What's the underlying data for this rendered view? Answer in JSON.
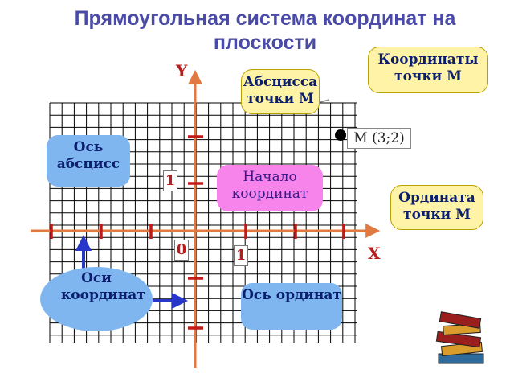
{
  "title": "Прямоугольная система координат на плоскости",
  "labels": {
    "y_axis": "Y",
    "x_axis": "X",
    "origin": "0",
    "unit_y": "1",
    "unit_x": "1",
    "point": "M (3;2)"
  },
  "callouts": {
    "abscissa_axis": "Ось абсцисс",
    "coordinate_axes": "Оси координат",
    "abscissa_of_m": "Абсцисса точки М",
    "coordinates_of_m": "Координаты точки М",
    "origin": "Начало координат",
    "ordinate_of_m": "Ордината точки М",
    "ordinate_axis": "Ось ординат"
  },
  "colors": {
    "title": "#4a4aa8",
    "axis": "#e07a40",
    "ticks": "#c21818",
    "grid": "#000000",
    "cloud": "#7fb6f0",
    "note": "#fff3a8",
    "origin_note": "#f784ea"
  },
  "icons": [
    "books-icon"
  ]
}
